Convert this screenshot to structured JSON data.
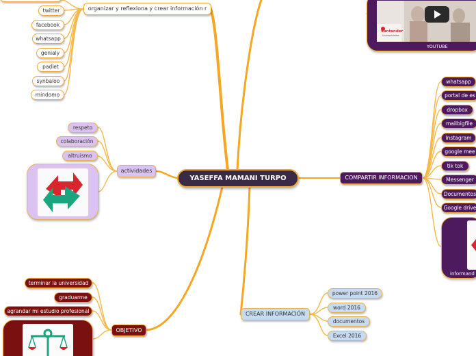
{
  "central": {
    "label": "YASEFFA MAMANI TURPO"
  },
  "top_branch": {
    "label": "organizar y reflexiona y crear información r",
    "items": [
      "twitter",
      "facebook",
      "whatsapp",
      "genialy",
      "padlet",
      "synbaloo",
      "mindomo"
    ]
  },
  "activities": {
    "label": "actividades",
    "items": [
      "respeto",
      "colaboración",
      "altruismo"
    ]
  },
  "objective": {
    "label": "OBJETIVO",
    "items": [
      "terminar la universidad",
      "graduarme",
      "agrandar mi estudio profesional"
    ]
  },
  "create": {
    "label": "CREAR INFORMACIÓN",
    "items": [
      "power point 2016",
      "word 2016",
      "documentos",
      "Excel 2016"
    ]
  },
  "share": {
    "label": "COMPARTIR INFORMACION",
    "items": [
      "whatsapp",
      "portal de es",
      "dropbox",
      "mailbigfile",
      "Instagram",
      "google mee",
      "tik tok",
      "Messenger",
      "Documentos",
      "Google drive"
    ],
    "image_caption": "informand"
  },
  "youtube": {
    "caption": "YOUTUBE",
    "brand_text": "Santander",
    "brand_sub": "Universidades"
  },
  "colors": {
    "orange": "#f0a830",
    "purple": "#4e1a5e",
    "lilac": "#dcc2f0",
    "maroon": "#7a1010",
    "blue_node": "#c8daf0"
  }
}
